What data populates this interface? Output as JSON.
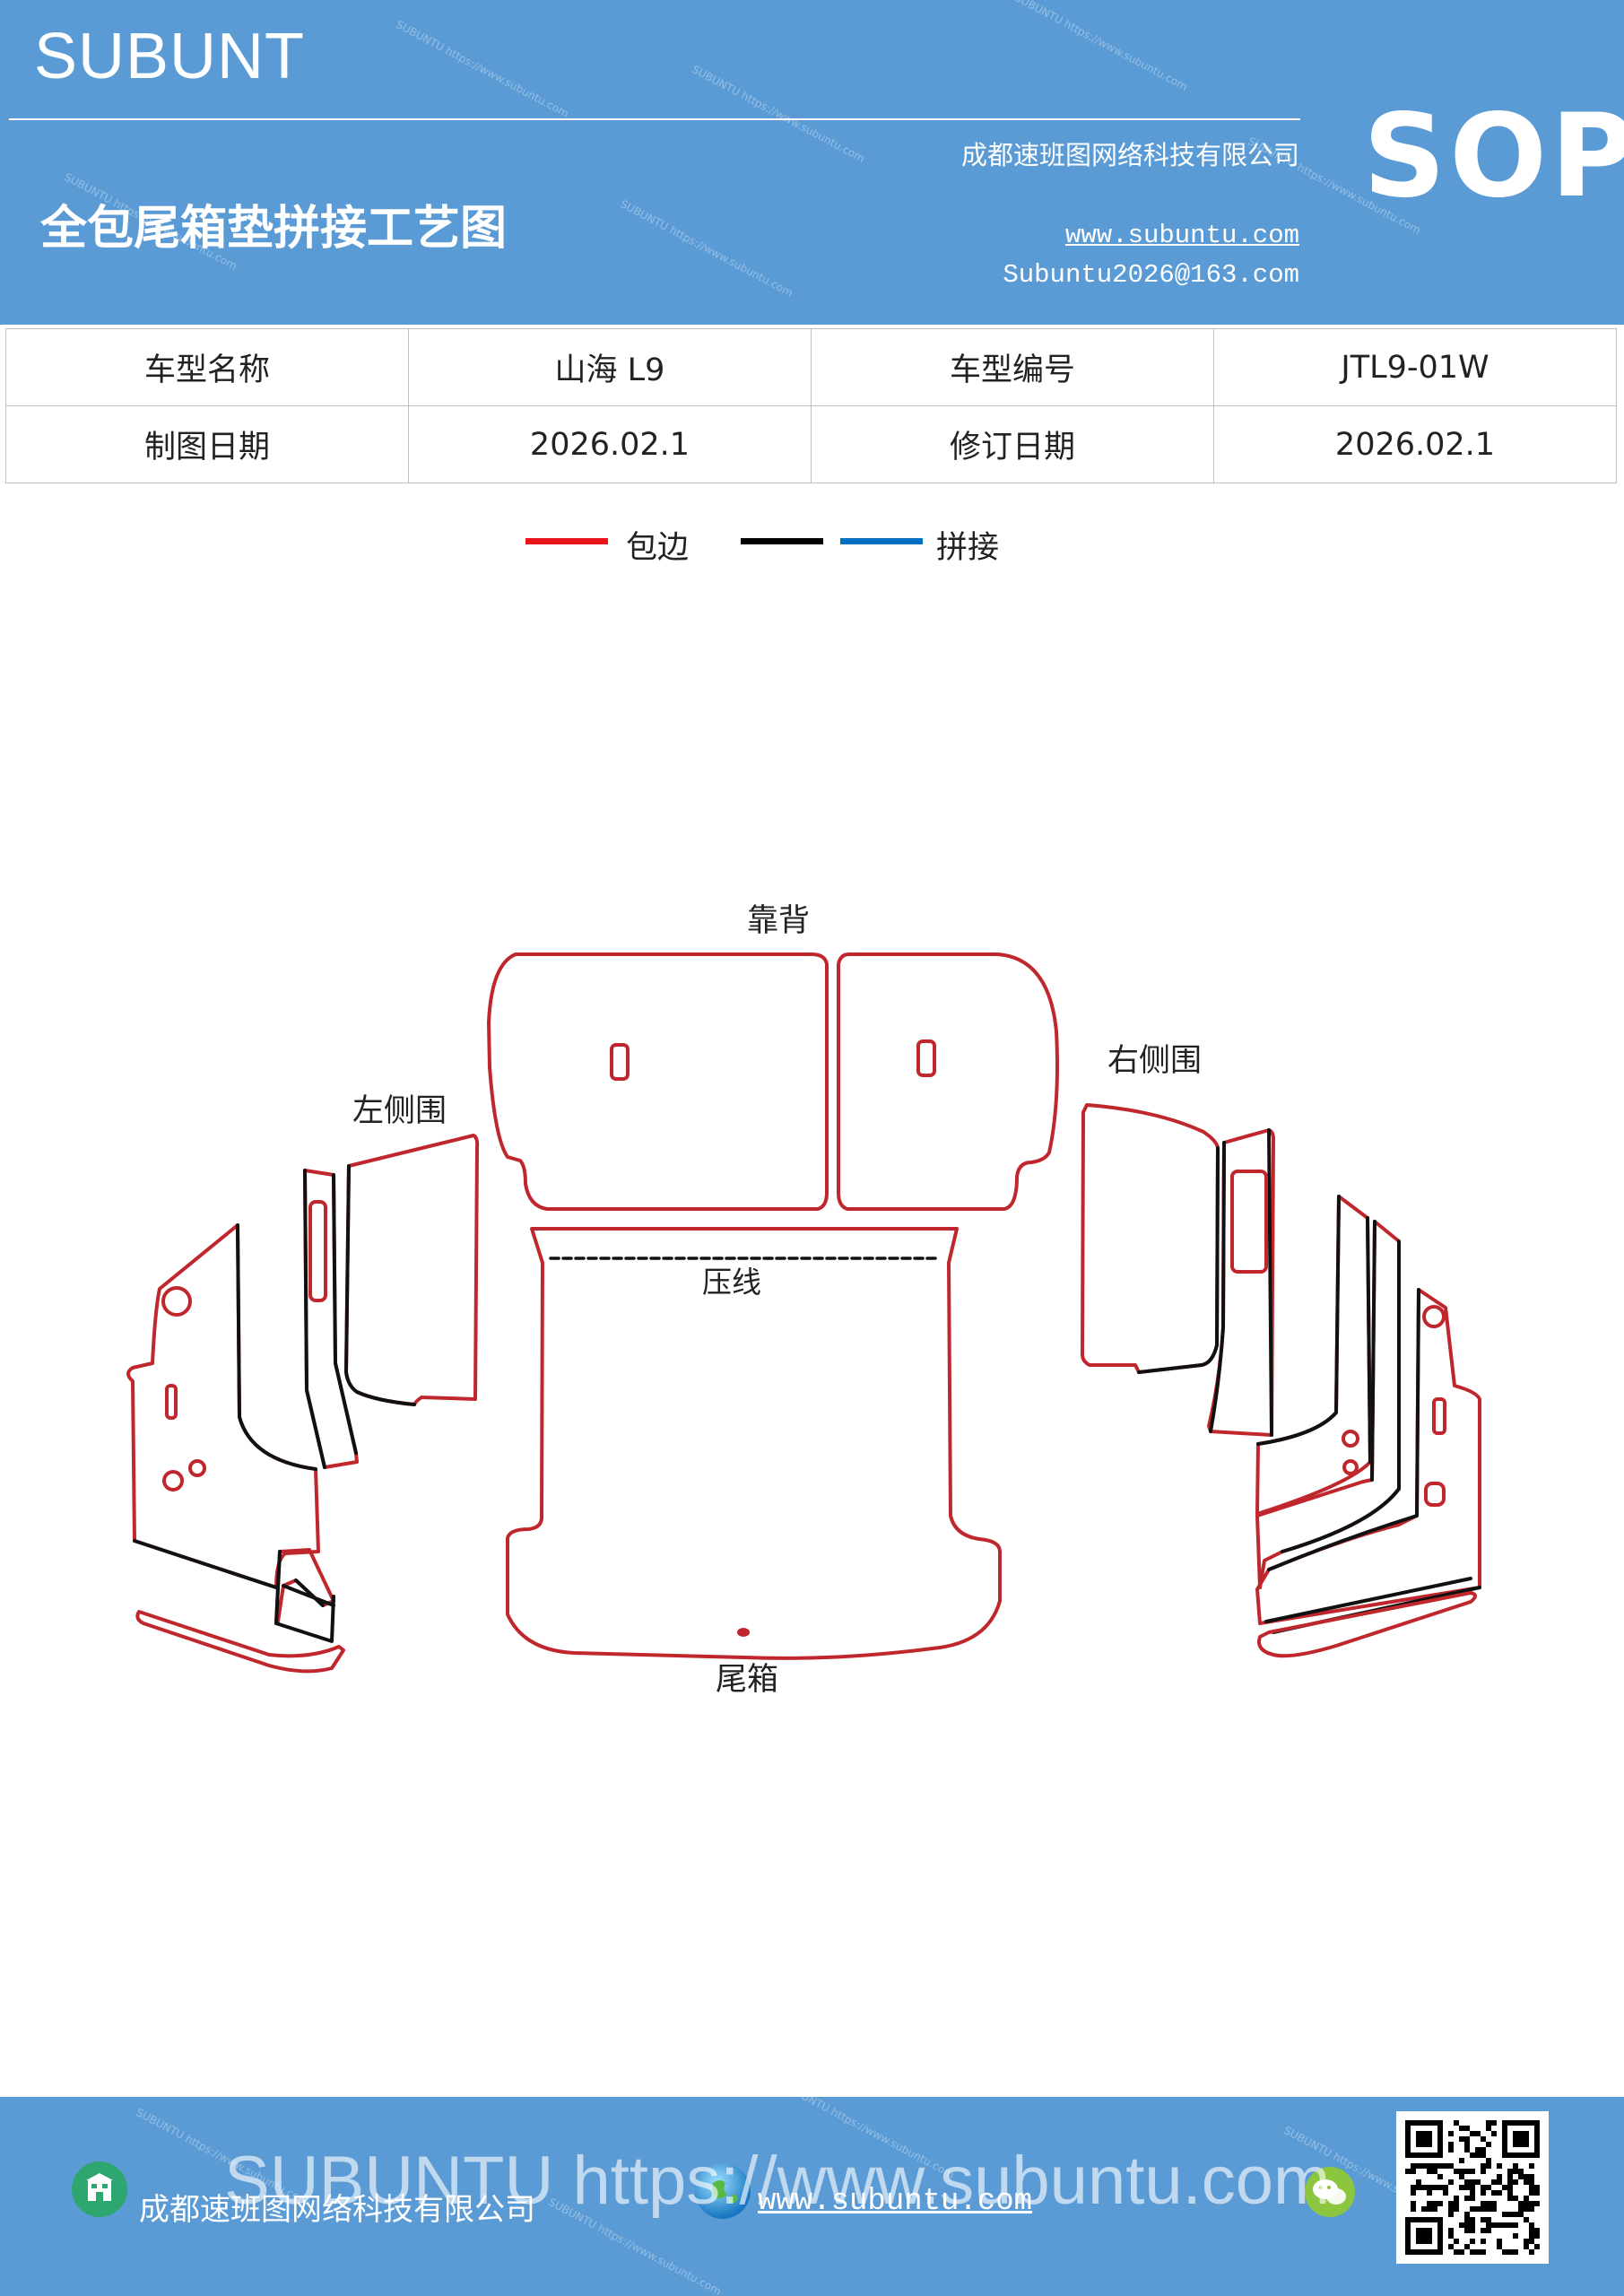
{
  "header": {
    "brand": "SUBUNT",
    "title": "全包尾箱垫拼接工艺图",
    "company": "成都速班图网络科技有限公司",
    "website": "www.subuntu.com",
    "email": "Subuntu2026@163.com",
    "badge": "SOP",
    "background_color": "#5b9bd5"
  },
  "info_table": {
    "rows": [
      [
        "车型名称",
        "山海 L9",
        "车型编号",
        "JTL9-01W"
      ],
      [
        "制图日期",
        "2026.02.1",
        "修订日期",
        "2026.02.1"
      ]
    ]
  },
  "legend": {
    "items": [
      {
        "label": "包边",
        "color": "#e8141a"
      },
      {
        "label": "",
        "color": "#000000"
      },
      {
        "label": "拼接",
        "color": "#0070c0"
      }
    ]
  },
  "diagram": {
    "labels": {
      "backrest": "靠背",
      "left_side": "左侧围",
      "right_side": "右侧围",
      "crease": "压线",
      "trunk": "尾箱"
    },
    "colors": {
      "edge": "#c0272d",
      "seam": "#111111"
    }
  },
  "footer": {
    "company": "成都速班图网络科技有限公司",
    "website": "www.subuntu.com",
    "watermark": "SUBUNTU https://www.subuntu.com",
    "icons": [
      "building-icon",
      "globe-icon",
      "wechat-icon",
      "qr-code-icon"
    ]
  }
}
